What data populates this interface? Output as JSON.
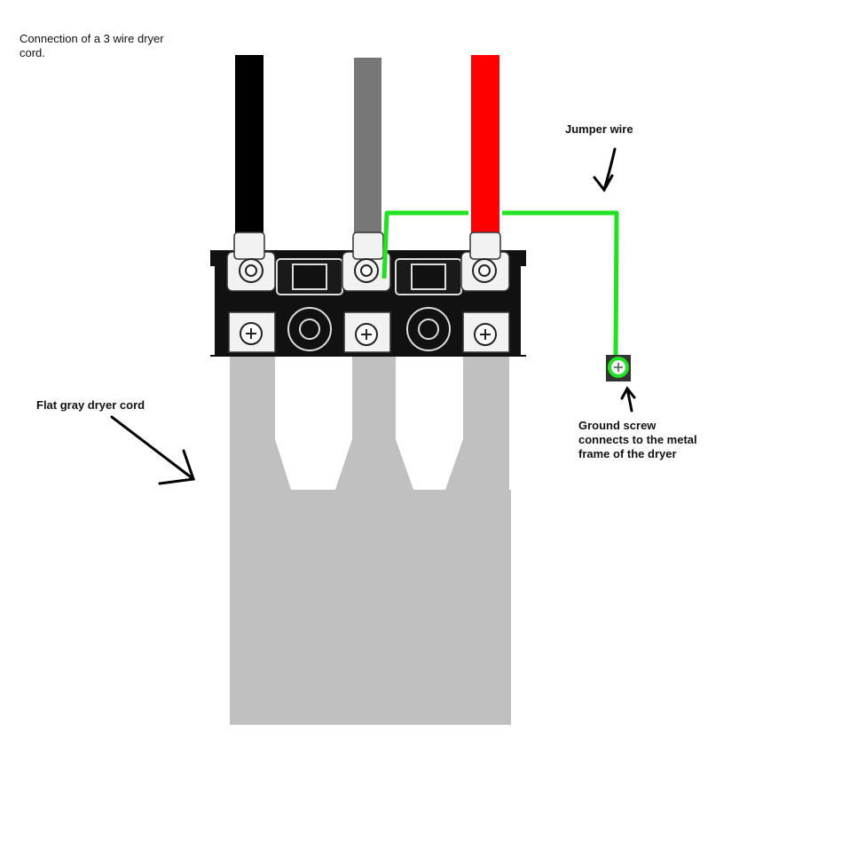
{
  "title": "Connection of a 3 wire dryer\ncord.",
  "labels": {
    "jumper": "Jumper wire",
    "cord": "Flat gray dryer cord",
    "ground": "Ground screw\nconnects to the metal\nframe of the dryer"
  },
  "colors": {
    "background": "#ffffff",
    "wire_black": "#000000",
    "wire_gray": "#777777",
    "wire_red": "#ff0000",
    "jumper": "#22e022",
    "cord": "#c0c0c0",
    "terminal_block": "#111111",
    "terminal_metal": "#f2f2f2",
    "arrow": "#000000"
  },
  "wires": [
    {
      "name": "black-wire",
      "color": "black"
    },
    {
      "name": "gray-wire",
      "color": "gray"
    },
    {
      "name": "red-wire",
      "color": "red"
    }
  ]
}
